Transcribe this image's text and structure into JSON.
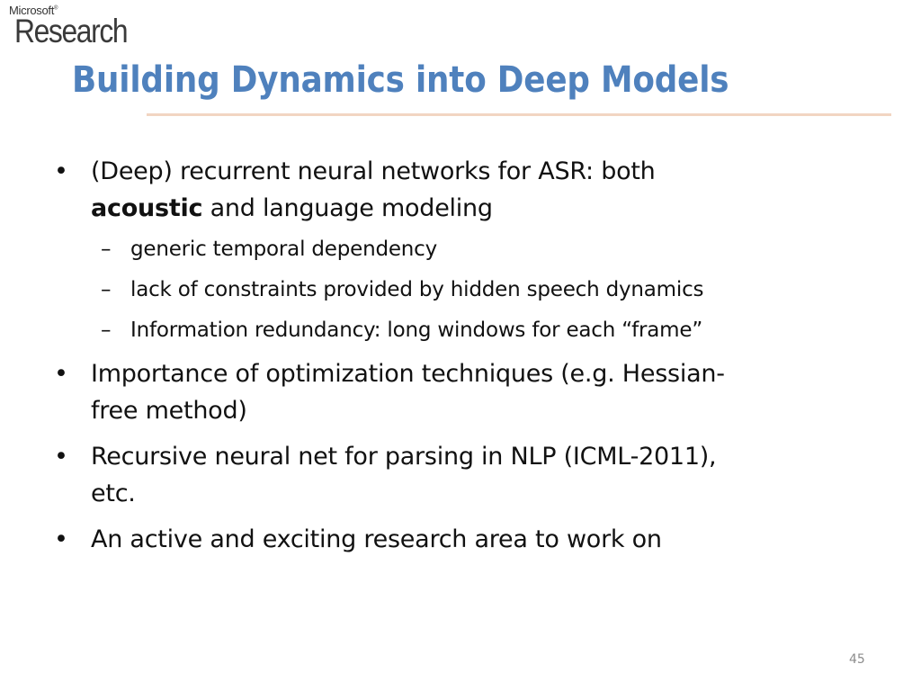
{
  "logo": {
    "small": "Microsoft",
    "mark": "®",
    "big": "Research"
  },
  "title": "Building Dynamics into Deep Models",
  "bullets": [
    {
      "line1": "(Deep) recurrent neural networks for ASR: both",
      "bold": "acoustic",
      "line2_rest": " and language modeling",
      "subs": [
        "generic temporal dependency",
        "lack of constraints provided by hidden speech dynamics",
        "Information redundancy: long windows for each “frame”"
      ]
    },
    {
      "line1": "Importance of optimization techniques (e.g. Hessian-",
      "line2": "free method)"
    },
    {
      "line1": "Recursive neural net for parsing in NLP (ICML-2011),",
      "line2": "etc."
    },
    {
      "line1": "An active and exciting research area to work on"
    }
  ],
  "bullet_symbol": "•",
  "sub_symbol": "–",
  "page_number": "45",
  "colors": {
    "title": "#4f81bd",
    "rule": "#f2d5c2",
    "text": "#111111"
  }
}
